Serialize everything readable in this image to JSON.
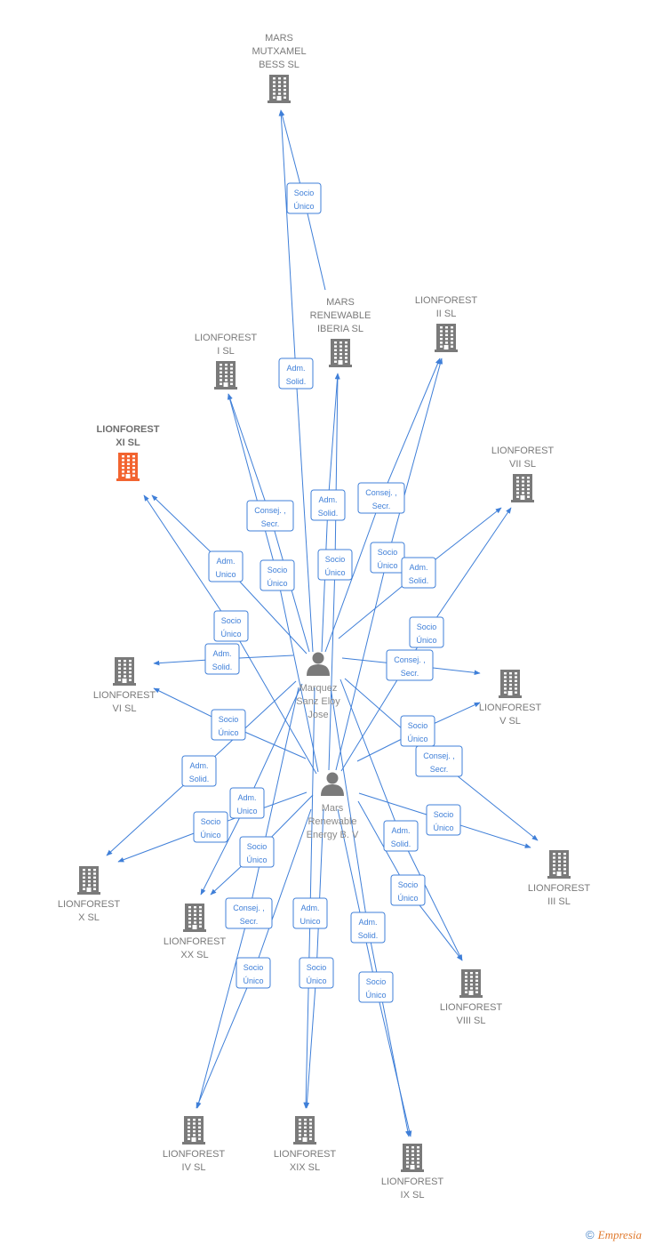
{
  "colors": {
    "edge": "#3f7fd8",
    "company": "#7a7a7a",
    "highlight": "#f26430",
    "person": "#7a7a7a"
  },
  "persons": [
    {
      "id": "p1",
      "label_lines": [
        "Marquez",
        "Sanz Eloy",
        "Jose"
      ]
    },
    {
      "id": "p2",
      "label_lines": [
        "Mars",
        "Renewable",
        "Energy B. V"
      ]
    }
  ],
  "companies": [
    {
      "id": "mutxamel",
      "label_lines": [
        "MARS",
        "MUTXAMEL",
        "BESS SL"
      ],
      "highlight": false
    },
    {
      "id": "iberia",
      "label_lines": [
        "MARS",
        "RENEWABLE",
        "IBERIA SL"
      ],
      "highlight": false
    },
    {
      "id": "lf2",
      "label_lines": [
        "LIONFOREST",
        "II SL"
      ],
      "highlight": false
    },
    {
      "id": "lf1",
      "label_lines": [
        "LIONFOREST",
        "I SL"
      ],
      "highlight": false
    },
    {
      "id": "lf11",
      "label_lines": [
        "LIONFOREST",
        "XI SL"
      ],
      "highlight": true
    },
    {
      "id": "lf7",
      "label_lines": [
        "LIONFOREST",
        "VII SL"
      ],
      "highlight": false
    },
    {
      "id": "lf6",
      "label_lines": [
        "LIONFOREST",
        "VI SL"
      ],
      "highlight": false
    },
    {
      "id": "lf5",
      "label_lines": [
        "LIONFOREST",
        "V SL"
      ],
      "highlight": false
    },
    {
      "id": "lf3",
      "label_lines": [
        "LIONFOREST",
        "III SL"
      ],
      "highlight": false
    },
    {
      "id": "lf10",
      "label_lines": [
        "LIONFOREST",
        "X SL"
      ],
      "highlight": false
    },
    {
      "id": "lf20",
      "label_lines": [
        "LIONFOREST",
        "XX SL"
      ],
      "highlight": false
    },
    {
      "id": "lf8",
      "label_lines": [
        "LIONFOREST",
        "VIII SL"
      ],
      "highlight": false
    },
    {
      "id": "lf4",
      "label_lines": [
        "LIONFOREST",
        "IV SL"
      ],
      "highlight": false
    },
    {
      "id": "lf19",
      "label_lines": [
        "LIONFOREST",
        "XIX SL"
      ],
      "highlight": false
    },
    {
      "id": "lf9",
      "label_lines": [
        "LIONFOREST",
        "IX SL"
      ],
      "highlight": false
    }
  ],
  "edge_labels": [
    {
      "from": "iberia",
      "to": "mutxamel",
      "lines": [
        "Socio",
        "Único"
      ]
    },
    {
      "from": "p1",
      "to": "mutxamel",
      "lines": [
        "Adm.",
        "Solid."
      ]
    },
    {
      "from": "p1",
      "to": "lf1",
      "lines": [
        "Consej. ,",
        "Secr."
      ]
    },
    {
      "from": "p1",
      "to": "iberia",
      "lines": [
        "Adm.",
        "Solid."
      ]
    },
    {
      "from": "p1",
      "to": "lf2",
      "lines": [
        "Consej. ,",
        "Secr."
      ]
    },
    {
      "from": "p1",
      "to": "lf11",
      "lines": [
        "Adm.",
        "Unico"
      ]
    },
    {
      "from": "p2",
      "to": "lf1",
      "lines": [
        "Socio",
        "Único"
      ]
    },
    {
      "from": "p2",
      "to": "iberia",
      "lines": [
        "Socio",
        "Único"
      ]
    },
    {
      "from": "p2",
      "to": "lf2",
      "lines": [
        "Socio",
        "Único"
      ]
    },
    {
      "from": "p1",
      "to": "lf7",
      "lines": [
        "Adm.",
        "Solid."
      ]
    },
    {
      "from": "p2",
      "to": "lf11",
      "lines": [
        "Socio",
        "Único"
      ]
    },
    {
      "from": "p2",
      "to": "lf7",
      "lines": [
        "Socio",
        "Único"
      ]
    },
    {
      "from": "p1",
      "to": "lf6",
      "lines": [
        "Adm.",
        "Solid."
      ]
    },
    {
      "from": "p1",
      "to": "lf5",
      "lines": [
        "Consej. ,",
        "Secr."
      ]
    },
    {
      "from": "p2",
      "to": "lf6",
      "lines": [
        "Socio",
        "Único"
      ]
    },
    {
      "from": "p2",
      "to": "lf5",
      "lines": [
        "Socio",
        "Único"
      ]
    },
    {
      "from": "p1",
      "to": "lf10",
      "lines": [
        "Adm.",
        "Solid."
      ]
    },
    {
      "from": "p1",
      "to": "lf3",
      "lines": [
        "Consej. ,",
        "Secr."
      ]
    },
    {
      "from": "p1",
      "to": "lf20",
      "lines": [
        "Adm.",
        "Unico"
      ]
    },
    {
      "from": "p2",
      "to": "lf3",
      "lines": [
        "Socio",
        "Único"
      ]
    },
    {
      "from": "p2",
      "to": "lf10",
      "lines": [
        "Socio",
        "Único"
      ]
    },
    {
      "from": "p1",
      "to": "lf8",
      "lines": [
        "Adm.",
        "Solid."
      ]
    },
    {
      "from": "p2",
      "to": "lf20",
      "lines": [
        "Socio",
        "Único"
      ]
    },
    {
      "from": "p2",
      "to": "lf8",
      "lines": [
        "Socio",
        "Único"
      ]
    },
    {
      "from": "p1",
      "to": "lf4",
      "lines": [
        "Consej. ,",
        "Secr."
      ]
    },
    {
      "from": "p1",
      "to": "lf19",
      "lines": [
        "Adm.",
        "Unico"
      ]
    },
    {
      "from": "p1",
      "to": "lf9",
      "lines": [
        "Adm.",
        "Solid."
      ]
    },
    {
      "from": "p2",
      "to": "lf4",
      "lines": [
        "Socio",
        "Único"
      ]
    },
    {
      "from": "p2",
      "to": "lf19",
      "lines": [
        "Socio",
        "Único"
      ]
    },
    {
      "from": "p2",
      "to": "lf9",
      "lines": [
        "Socio",
        "Único"
      ]
    }
  ],
  "footer": {
    "copyright_symbol": "©",
    "brand": "Empresia"
  }
}
